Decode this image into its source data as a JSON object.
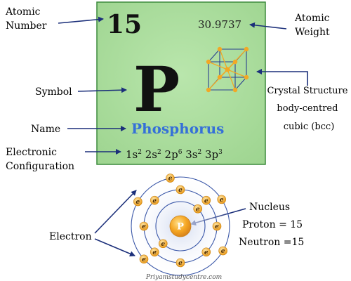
{
  "tile": {
    "atomic_number": "15",
    "atomic_weight": "30.9737",
    "symbol": "P",
    "name": "Phosphorus",
    "config_terms": [
      {
        "base": "1s",
        "exp": "2"
      },
      {
        "base": "2s",
        "exp": "2"
      },
      {
        "base": "2p",
        "exp": "6"
      },
      {
        "base": "3s",
        "exp": "2"
      },
      {
        "base": "3p",
        "exp": "3"
      }
    ],
    "bg_color": "#a9dc9c",
    "border_color": "#3c8a3c",
    "name_color": "#3570d8"
  },
  "callouts": {
    "atomic_number": [
      "Atomic",
      "Number"
    ],
    "atomic_weight": [
      "Atomic",
      "Weight"
    ],
    "symbol": "Symbol",
    "name": "Name",
    "electronic_configuration": [
      "Electronic",
      "Configuration"
    ],
    "crystal_structure": [
      "Crystal Structure",
      "body-centred",
      "cubic (bcc)"
    ],
    "electron": "Electron",
    "nucleus": "Nucleus",
    "proton": "Proton = 15",
    "neutron": "Neutron =15"
  },
  "atom": {
    "nucleus_label": "P",
    "electron_label": "e",
    "shells": [
      2,
      8,
      5
    ],
    "shell_color": "#3a57a8",
    "electron_color": "#f2a825",
    "nucleus_color": "#f5a623"
  },
  "watermark": "Priyamstudycentre.com",
  "arrow_color": "#1b2f7a",
  "crystal_color": "#f2a825"
}
